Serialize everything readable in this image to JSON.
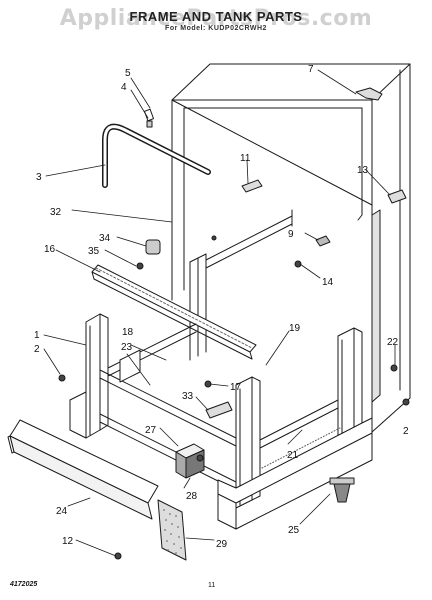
{
  "header": {
    "title": "FRAME AND TANK PARTS",
    "subtitle": "For Model: KUDP02CRWH2",
    "watermark": "AppliancePartsPros.com"
  },
  "footer": {
    "code": "4172025",
    "page": "11"
  },
  "callouts": [
    "1",
    "2",
    "2",
    "3",
    "4",
    "5",
    "7",
    "9",
    "11",
    "12",
    "13",
    "14",
    "16",
    "17",
    "18",
    "19",
    "21",
    "22",
    "23",
    "24",
    "25",
    "27",
    "28",
    "29",
    "32",
    "33",
    "34",
    "35"
  ],
  "colors": {
    "line": "#1a1a1a",
    "shade": "#d4d4d4",
    "dot": "#777777"
  }
}
